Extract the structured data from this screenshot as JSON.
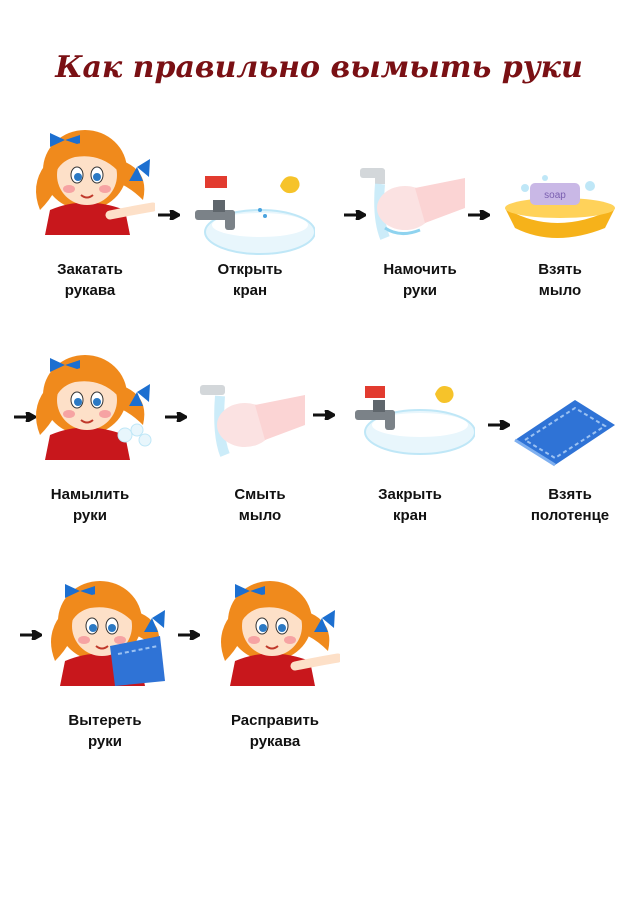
{
  "title": "Как правильно вымыть руки",
  "steps": [
    {
      "line1": "Закатать",
      "line2": "рукава",
      "icon": "girl-rolling-sleeves-icon"
    },
    {
      "line1": "Открыть",
      "line2": "кран",
      "icon": "open-faucet-icon"
    },
    {
      "line1": "Намочить",
      "line2": "руки",
      "icon": "wet-hands-icon"
    },
    {
      "line1": "Взять",
      "line2": "мыло",
      "icon": "soap-dish-icon",
      "soap_text": "soap"
    },
    {
      "line1": "Намылить",
      "line2": "руки",
      "icon": "girl-soaping-hands-icon"
    },
    {
      "line1": "Смыть",
      "line2": "мыло",
      "icon": "rinse-hands-icon"
    },
    {
      "line1": "Закрыть",
      "line2": "кран",
      "icon": "close-faucet-icon"
    },
    {
      "line1": "Взять",
      "line2": "полотенце",
      "icon": "towel-icon"
    },
    {
      "line1": "Вытереть",
      "line2": "руки",
      "icon": "girl-drying-hands-icon"
    },
    {
      "line1": "Расправить",
      "line2": "рукава",
      "icon": "girl-unrolling-sleeves-icon"
    }
  ],
  "colors": {
    "title": "#7a1014",
    "hair": "#f08a1c",
    "dress": "#c8171c",
    "bow": "#1c6fd0",
    "water": "#bfe7f7",
    "towel": "#2f73d6",
    "tap": "#7b8288",
    "soap": "#c9b8e6",
    "dish": "#f6b21a"
  }
}
